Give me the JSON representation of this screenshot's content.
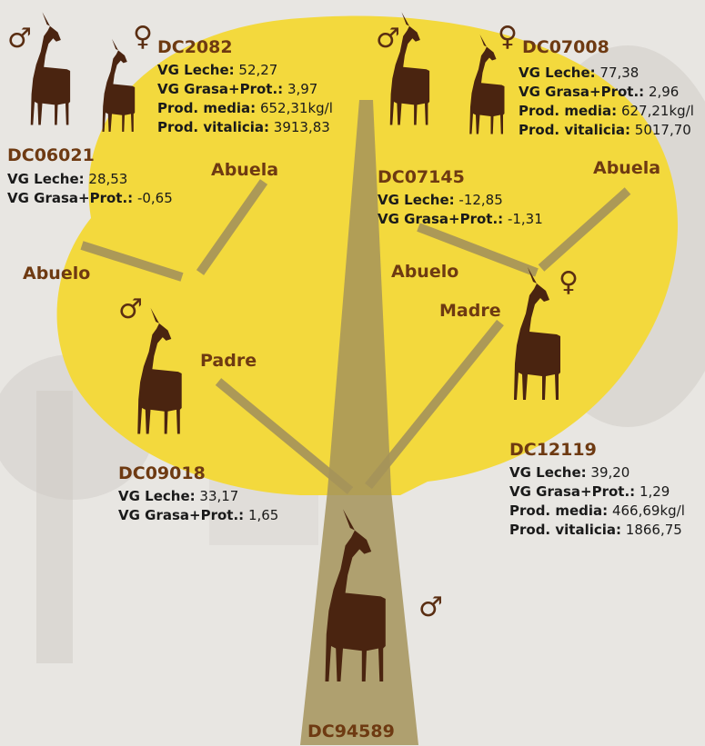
{
  "colors": {
    "background": "#e8e6e2",
    "tree_crown": "#f3d93d",
    "trunk": "#a5935a",
    "goat": "#4a2410",
    "label_text": "#6e3a12"
  },
  "symbols": {
    "male": "♂",
    "female": "♀"
  },
  "subject": {
    "code": "DC94589",
    "sex_icon": "male-symbol-icon"
  },
  "paternal_grandparents": {
    "code": "DC2082",
    "VG Leche": "52,27",
    "VG Grasa+Prot.": "3,97",
    "Prod. media": "652,31kg/l",
    "Prod. vitalicia": "3913,83"
  },
  "paternal_grandfather": {
    "code": "DC06021",
    "VG Leche": "28,53",
    "VG Grasa+Prot.": "-0,65"
  },
  "maternal_grandparents": {
    "code": "DC07008",
    "VG Leche": "77,38",
    "VG Grasa+Prot.": "2,96",
    "Prod. media": "627,21kg/l",
    "Prod. vitalicia": "5017,70"
  },
  "maternal_grandfather": {
    "code": "DC07145",
    "VG Leche": "-12,85",
    "VG Grasa+Prot.": "-1,31"
  },
  "father": {
    "code": "DC09018",
    "VG Leche": "33,17",
    "VG Grasa+Prot.": "1,65"
  },
  "mother": {
    "code": "DC12119",
    "VG Leche": "39,20",
    "VG Grasa+Prot.": "1,29",
    "Prod. media": "466,69kg/l",
    "Prod. vitalicia": "1866,75"
  },
  "relations": {
    "abuela_left": "Abuela",
    "abuelo_left": "Abuelo",
    "abuela_right": "Abuela",
    "abuelo_right": "Abuelo",
    "padre": "Padre",
    "madre": "Madre"
  },
  "field_labels": {
    "leche": "VG Leche:",
    "grasa": "VG Grasa+Prot.:",
    "media": "Prod. media:",
    "vitalicia": "Prod. vitalicia:"
  }
}
